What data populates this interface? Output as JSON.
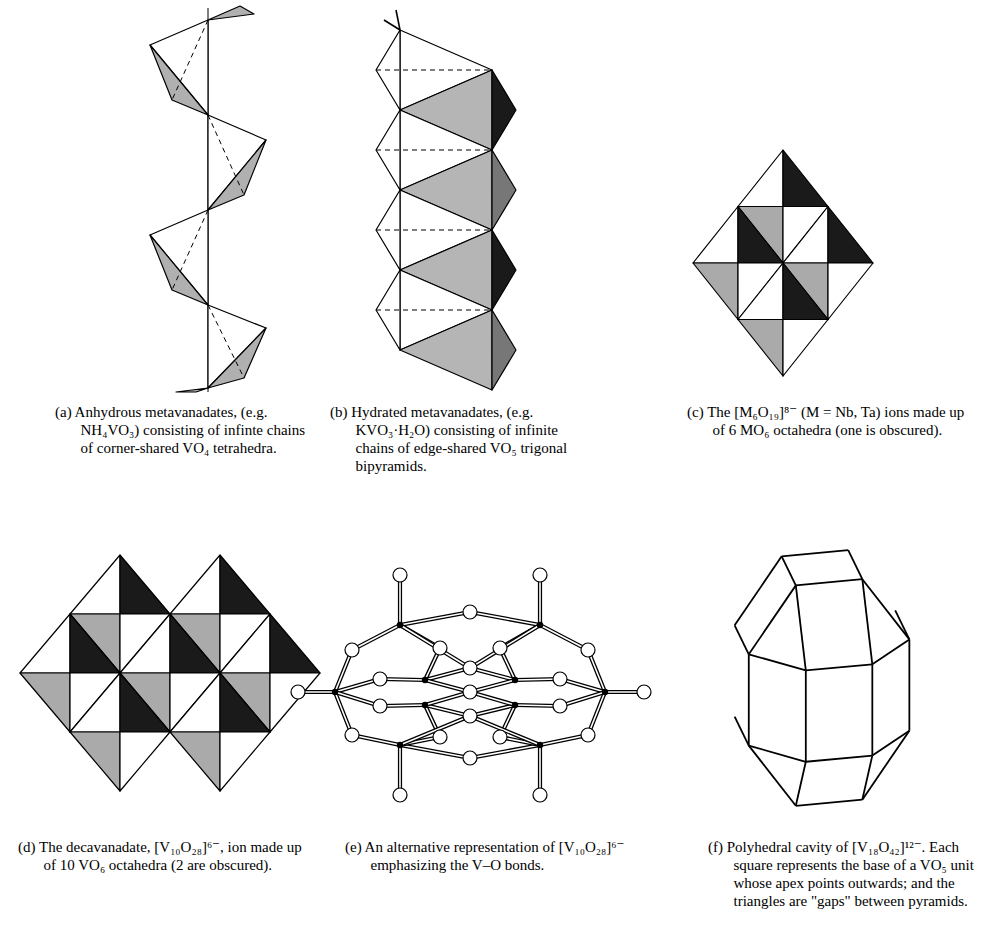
{
  "diagram": {
    "labels": [
      "(a) Anhydrous metavanadates, (e.g. NH₄VO₃) consisting of infinte chains of corner-shared VO₄ tetrahedra.",
      "(b) Hydrated metavanadates, (e.g. KVO₃·H₂O) consisting of infinite chains of edge-shared VO₅ trigonal bipyramids.",
      "(c) The [M₆O₁₉]⁸⁻ (M = Nb, Ta) ions made up of 6 MO₆ octahedra (one is obscured).",
      "(d) The decavanadate, [V₁₀O₂₈]⁶⁻, ion made up of 10 VO₆ octahedra (2 are obscured).",
      "(e) An alternative representation of [V₁₀O₂₈]⁶⁻ emphasizing the V–O bonds.",
      "(f) Polyhedral cavity of [V₁₈O₄₂]¹²⁻. Each square represents the base of a VO₅ unit whose apex points outwards; and the triangles are \"gaps\" between pyramids."
    ]
  }
}
